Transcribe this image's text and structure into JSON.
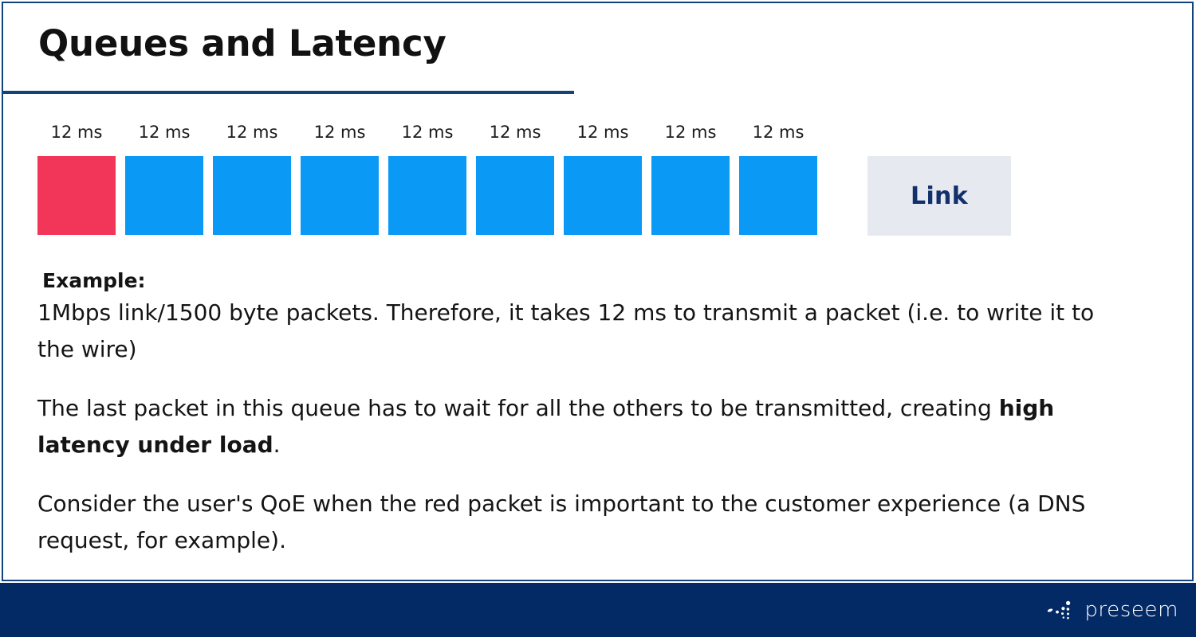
{
  "slide": {
    "title": "Queues and Latency",
    "accent_color": "#12437f",
    "footer_color": "#042a66"
  },
  "queue": {
    "packets": [
      {
        "label": "12 ms",
        "color": "#f23659",
        "kind": "red"
      },
      {
        "label": "12 ms",
        "color": "#0b99f6",
        "kind": "blue"
      },
      {
        "label": "12 ms",
        "color": "#0b99f6",
        "kind": "blue"
      },
      {
        "label": "12 ms",
        "color": "#0b99f6",
        "kind": "blue"
      },
      {
        "label": "12 ms",
        "color": "#0b99f6",
        "kind": "blue"
      },
      {
        "label": "12 ms",
        "color": "#0b99f6",
        "kind": "blue"
      },
      {
        "label": "12 ms",
        "color": "#0b99f6",
        "kind": "blue"
      },
      {
        "label": "12 ms",
        "color": "#0b99f6",
        "kind": "blue"
      },
      {
        "label": "12 ms",
        "color": "#0b99f6",
        "kind": "blue"
      }
    ],
    "link_label": "Link",
    "link_box_color": "#e7e9f0",
    "link_text_color": "#12306b"
  },
  "body": {
    "example_heading": "Example:",
    "paragraph_1": "1Mbps link/1500 byte packets. Therefore, it takes 12 ms to transmit a packet (i.e. to write it to the wire)",
    "paragraph_2_lead": "The last packet in this queue has to wait for all the others to be transmitted, creating ",
    "paragraph_2_bold": "high latency under load",
    "paragraph_2_tail": ".",
    "paragraph_3": "Consider the user's QoE when the red packet is important to the customer experience (a DNS request, for example)."
  },
  "footer": {
    "logo_text": "preseem"
  }
}
